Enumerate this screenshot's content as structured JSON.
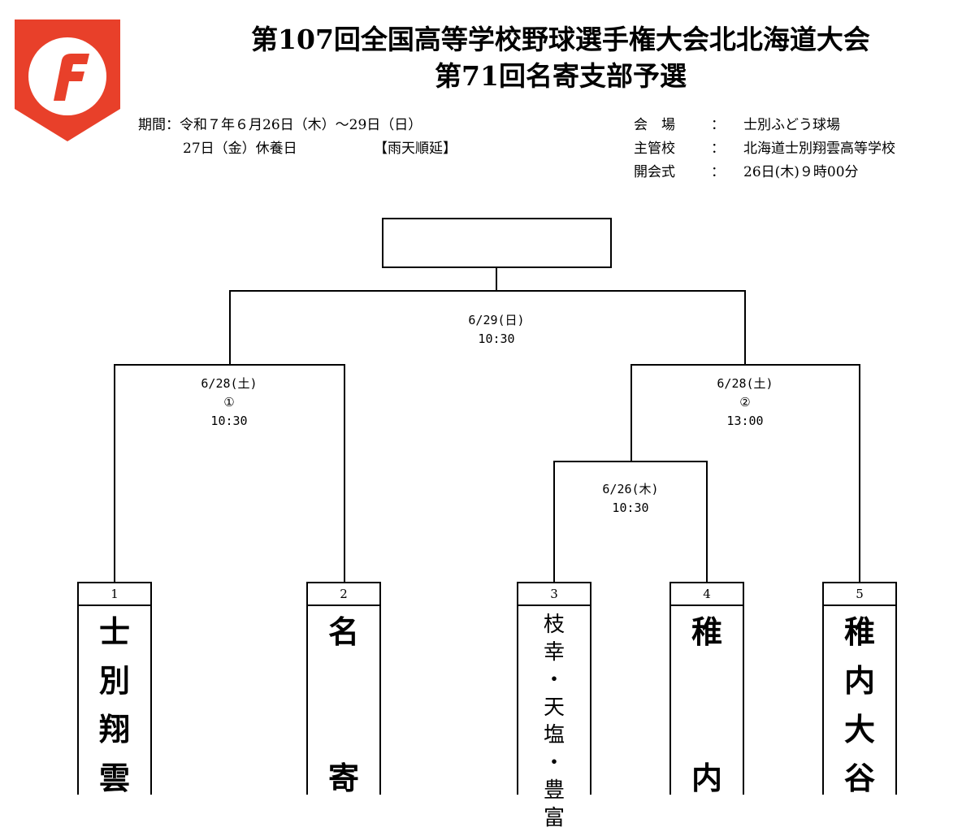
{
  "header": {
    "title_line1": "第107回全国高等学校野球選手権大会北北海道大会",
    "title_line2": "第71回名寄支部予選",
    "logo_icon": "f-shield-logo",
    "logo_color": "#e8402a"
  },
  "period": {
    "label": "期間：令和７年６月26日（木）～29日（日）",
    "rest_day": "27日（金）休養日",
    "rain_note": "【雨天順延】"
  },
  "venue": {
    "rows": [
      {
        "key": "会　場",
        "sep": "：",
        "value": "士別ふどう球場"
      },
      {
        "key": "主管校",
        "sep": "：",
        "value": "北海道士別翔雲高等学校"
      },
      {
        "key": "開会式",
        "sep": "：",
        "value": "26日(木)９時00分"
      }
    ]
  },
  "matches": {
    "final": {
      "date": "6/29(日)",
      "time": "10:30"
    },
    "semi_left": {
      "date": "6/28(土)",
      "no": "①",
      "time": "10:30"
    },
    "semi_right": {
      "date": "6/28(土)",
      "no": "②",
      "time": "13:00"
    },
    "first_round": {
      "date": "6/26(木)",
      "time": "10:30"
    }
  },
  "teams": [
    {
      "num": "1",
      "chars": [
        "士",
        "別",
        "翔",
        "雲"
      ]
    },
    {
      "num": "2",
      "chars": [
        "名",
        "",
        "寄"
      ]
    },
    {
      "num": "3",
      "chars": [
        "枝",
        "幸",
        "・",
        "天",
        "塩",
        "・",
        "豊",
        "富"
      ]
    },
    {
      "num": "4",
      "chars": [
        "稚",
        "",
        "内"
      ]
    },
    {
      "num": "5",
      "chars": [
        "稚",
        "内",
        "大",
        "谷"
      ]
    }
  ]
}
